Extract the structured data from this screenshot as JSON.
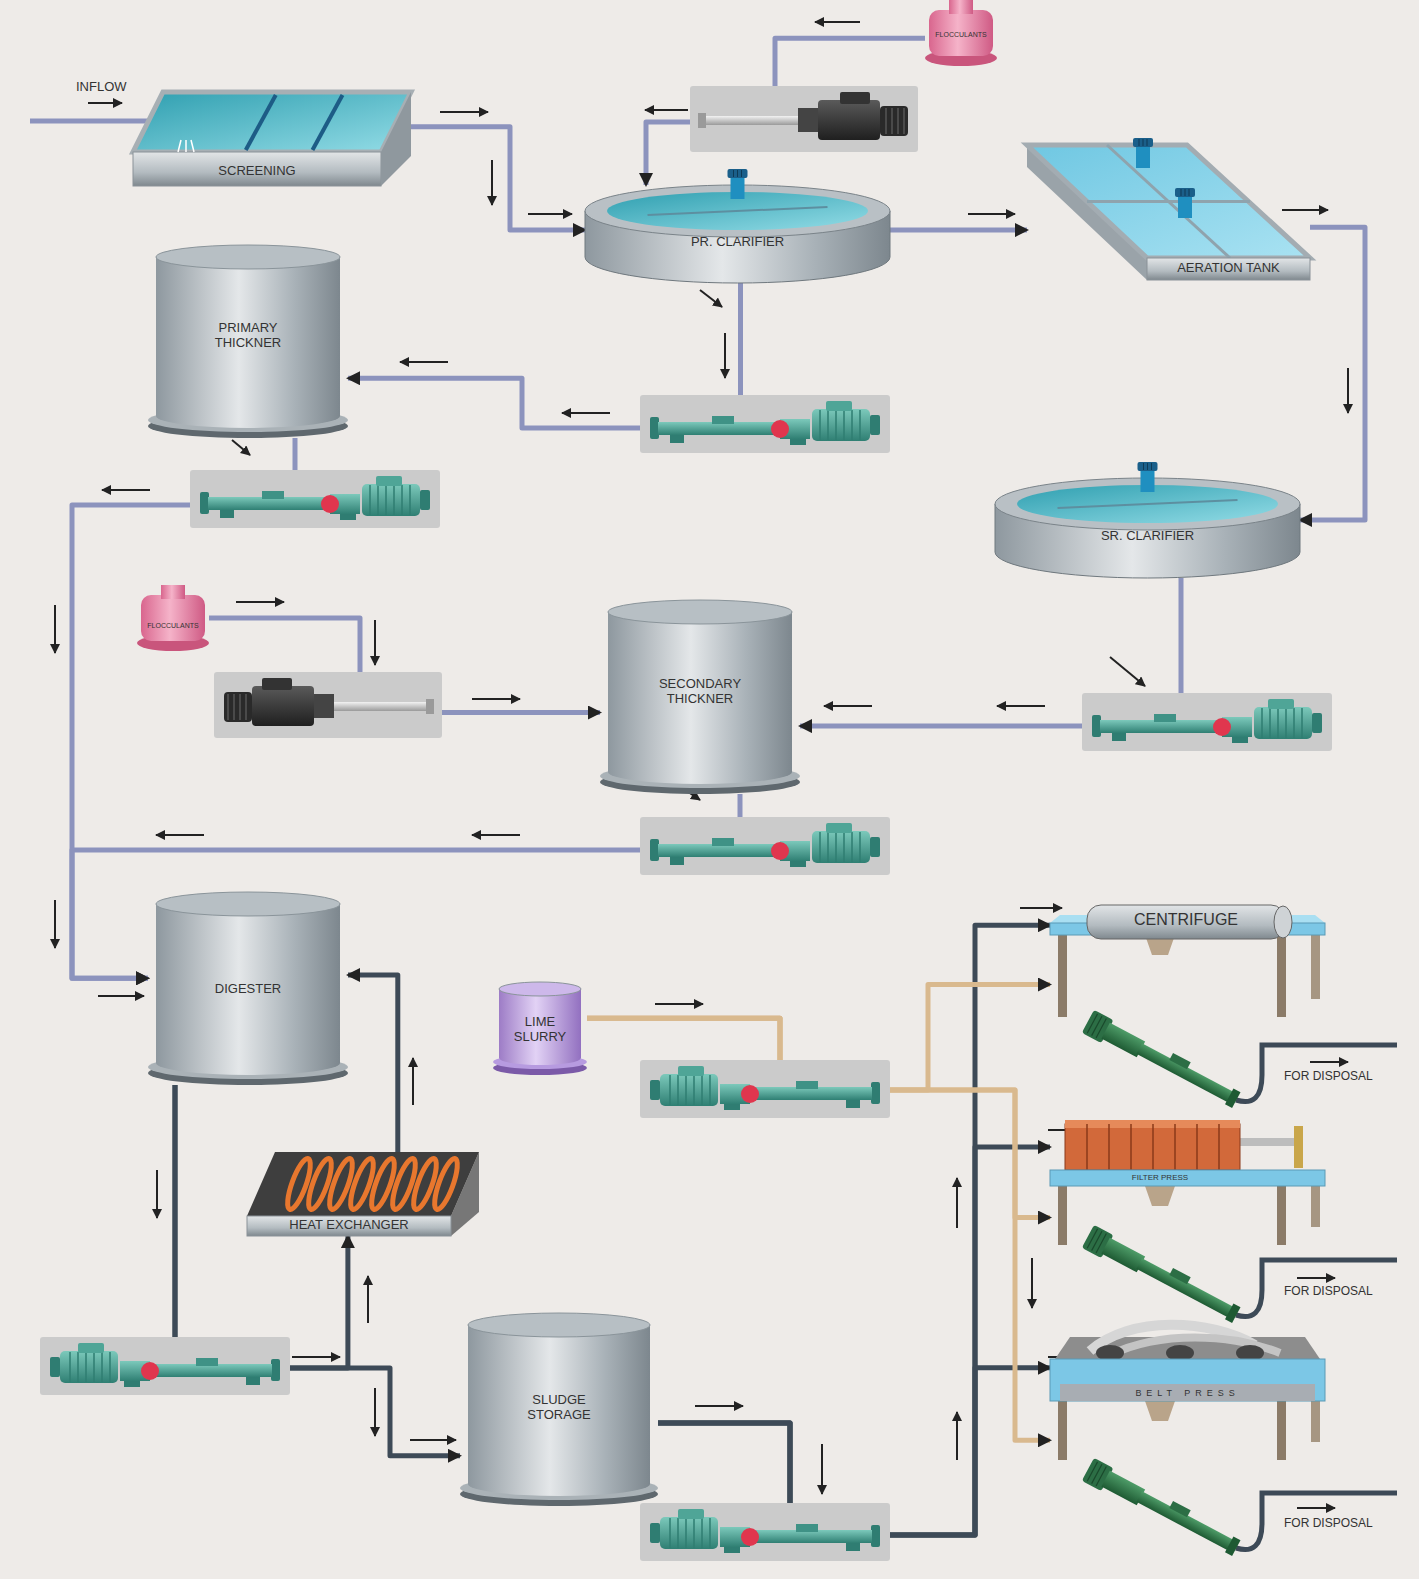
{
  "diagram": {
    "nodes": [
      {
        "text": [
          "SCREENING"
        ]
      },
      {
        "text": [
          "FLOCCULANTS"
        ]
      },
      {
        "text": [
          "PR. CLARIFIER"
        ]
      },
      {
        "text": [
          "AERATION TANK"
        ]
      },
      {
        "text": [
          "PRIMARY THICKNER"
        ]
      },
      {
        "text": [
          "SR. CLARIFIER"
        ]
      },
      {
        "text": [
          "FLOCCULANTS"
        ]
      },
      {
        "text": [
          "SECONDARY THICKNER"
        ]
      },
      {
        "text": [
          "DIGESTER"
        ]
      },
      {
        "text": [
          "CENTRIFUGE"
        ]
      },
      {
        "text": [
          "LIME SLURRY"
        ]
      },
      {
        "text": [
          "FILTER PRESS"
        ]
      },
      {
        "text": [
          "HEAT EXCHANGER"
        ]
      },
      {
        "text": [
          "SLUDGE STORAGE"
        ]
      },
      {
        "text": [
          "BELT PRESS"
        ]
      }
    ],
    "edges": [
      {
        "from": 0,
        "to": 2,
        "arrow": "to"
      },
      {
        "from": 1,
        "to": 2,
        "arrow": "to"
      },
      {
        "from": 2,
        "to": 3,
        "arrow": "to"
      },
      {
        "from": 2,
        "to": 4,
        "arrow": "to"
      },
      {
        "from": 3,
        "to": 5,
        "arrow": "to"
      },
      {
        "from": 5,
        "to": 7,
        "arrow": "to"
      },
      {
        "from": 6,
        "to": 7,
        "arrow": "to"
      },
      {
        "from": 4,
        "to": 8,
        "arrow": "to"
      },
      {
        "from": 7,
        "to": 8,
        "arrow": "to"
      },
      {
        "from": 8,
        "to": 12,
        "arrow": "to"
      },
      {
        "from": 12,
        "to": 8,
        "arrow": "to"
      },
      {
        "from": 8,
        "to": 13,
        "arrow": "to"
      },
      {
        "from": 13,
        "to": 9,
        "arrow": "to"
      },
      {
        "from": 13,
        "to": 11,
        "arrow": "to"
      },
      {
        "from": 13,
        "to": 14,
        "arrow": "to"
      },
      {
        "from": 10,
        "to": 9,
        "arrow": "to"
      },
      {
        "from": 10,
        "to": 11,
        "arrow": "to"
      },
      {
        "from": 10,
        "to": 14,
        "arrow": "to"
      }
    ],
    "labels": [
      "INFLOW",
      "FOR DISPOSAL",
      "FOR DISPOSAL",
      "FOR DISPOSAL"
    ]
  }
}
